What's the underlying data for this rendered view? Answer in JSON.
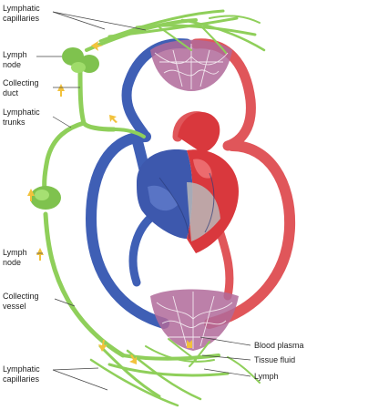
{
  "labels": {
    "lymphatic_capillaries_top": "Lymphatic\ncapillaries",
    "lymph_node_top": "Lymph\nnode",
    "collecting_duct": "Collecting\nduct",
    "lymphatic_trunks": "Lymphatic\ntrunks",
    "lymph_node_bottom": "Lymph\nnode",
    "collecting_vessel": "Collecting\nvessel",
    "lymphatic_capillaries_bottom": "Lymphatic\ncapillaries",
    "blood_plasma": "Blood plasma",
    "tissue_fluid": "Tissue fluid",
    "lymph": "Lymph"
  },
  "colors": {
    "lymphatic": "#8fcf5a",
    "lymphatic_dark": "#5fa63a",
    "vein": "#3f5fb5",
    "artery": "#e0565a",
    "heart_red": "#d9383d",
    "heart_blue": "#3d58ad",
    "arrow": "#f2c23c",
    "leader": "#444444"
  }
}
